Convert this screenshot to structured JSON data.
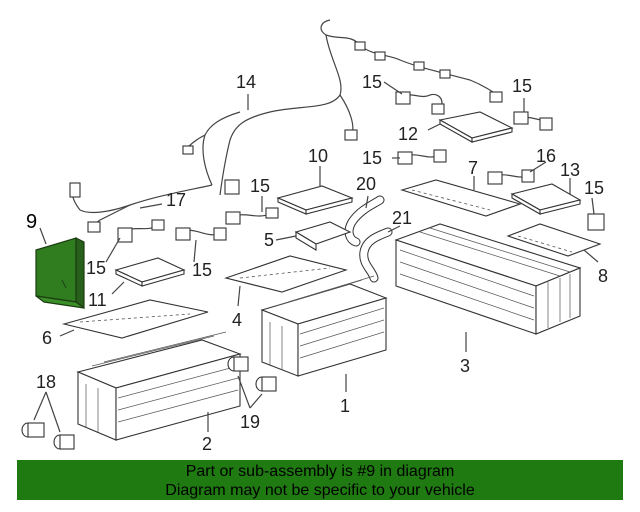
{
  "diagram": {
    "callouts": {
      "c1": "1",
      "c2": "2",
      "c3": "3",
      "c4": "4",
      "c5": "5",
      "c6": "6",
      "c7": "7",
      "c8": "8",
      "c9": "9",
      "c10": "10",
      "c11": "11",
      "c12": "12",
      "c13": "13",
      "c14": "14",
      "c15a": "15",
      "c15b": "15",
      "c15c": "15",
      "c15d": "15",
      "c15e": "15",
      "c15f": "15",
      "c15g": "15",
      "c16": "16",
      "c17": "17",
      "c18": "18",
      "c19": "19",
      "c20": "20",
      "c21": "21"
    },
    "highlight_color": "#2f7d1f"
  },
  "banner": {
    "line1": "Part or sub-assembly is #9 in diagram",
    "line2": "Diagram may not be specific to your vehicle",
    "background": "#1f7a11"
  }
}
